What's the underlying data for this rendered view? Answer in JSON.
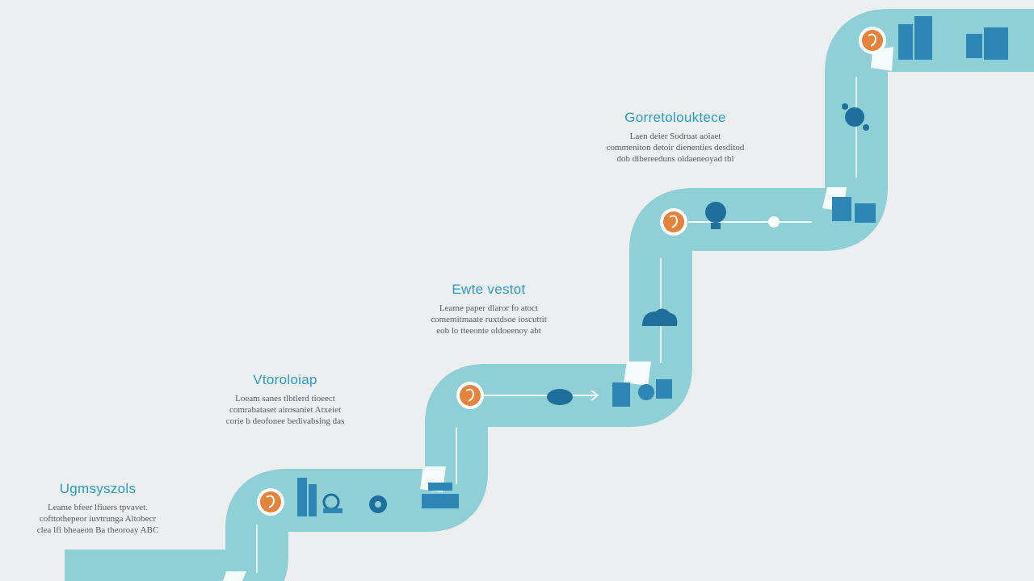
{
  "colors": {
    "background": "#eceeef",
    "path": "#8fcfd6",
    "path_shadow": "#7cc0c8",
    "accent": "#e6833b",
    "icon": "#2e86b5",
    "icon_dark": "#1f6f9c",
    "title": "#2a9cbf",
    "text": "#555b60"
  },
  "steps": [
    {
      "title": "Ugmsyszols",
      "lines": [
        "Leame bfeer lfiuers tpvavet.",
        "cofttothepeor iuvtrunga Altobecr",
        "clea lfi bheaeon Ba theoroay ABC"
      ]
    },
    {
      "title": "Vtoroloiap",
      "lines": [
        "Loeam sanes tlbtlerd tioeect",
        "comrabataset airosaniet Atxeiet",
        "corie b deofonee bedivabsing das"
      ]
    },
    {
      "title": "Ewte vestot",
      "lines": [
        "Leame paper dlaror fo atoct",
        "comemitmaate ruxtdsoe ioscuttit",
        "eob lo tteeonte oldoeenoy abt"
      ]
    },
    {
      "title": "Gorretolouktece",
      "lines": [
        "Laen deier Sodruat aoiaet",
        "commeniton detoir dienenties desditod",
        "dob dibereeduns oldaeneoyad tbl"
      ]
    }
  ]
}
